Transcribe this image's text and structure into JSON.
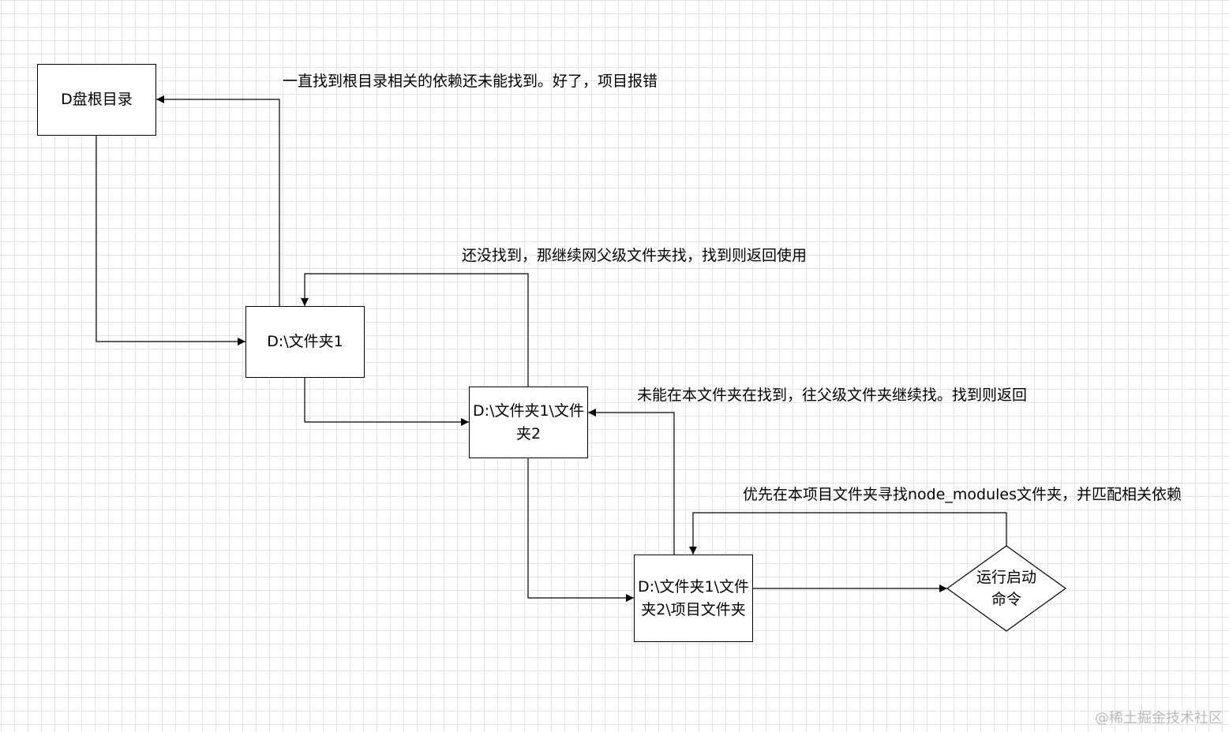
{
  "nodes": {
    "root": "D盘根目录",
    "folder1": "D:\\文件夹1",
    "folder2": "D:\\文件夹1\\文件夹2",
    "project": "D:\\文件夹1\\文件夹2\\项目文件夹",
    "start": "运行启动命令"
  },
  "labels": {
    "root_fail": "一直找到根目录相关的依赖还未能找到。好了，项目报错",
    "folder1_not_found": "还没找到，那继续网父级文件夹找，找到则返回使用",
    "folder2_not_found": "未能在本文件夹在找到，往父级文件夹继续找。找到则返回",
    "project_first": "优先在本项目文件夹寻找node_modules文件夹，并匹配相关依赖"
  },
  "watermark": "@稀土掘金技术社区"
}
